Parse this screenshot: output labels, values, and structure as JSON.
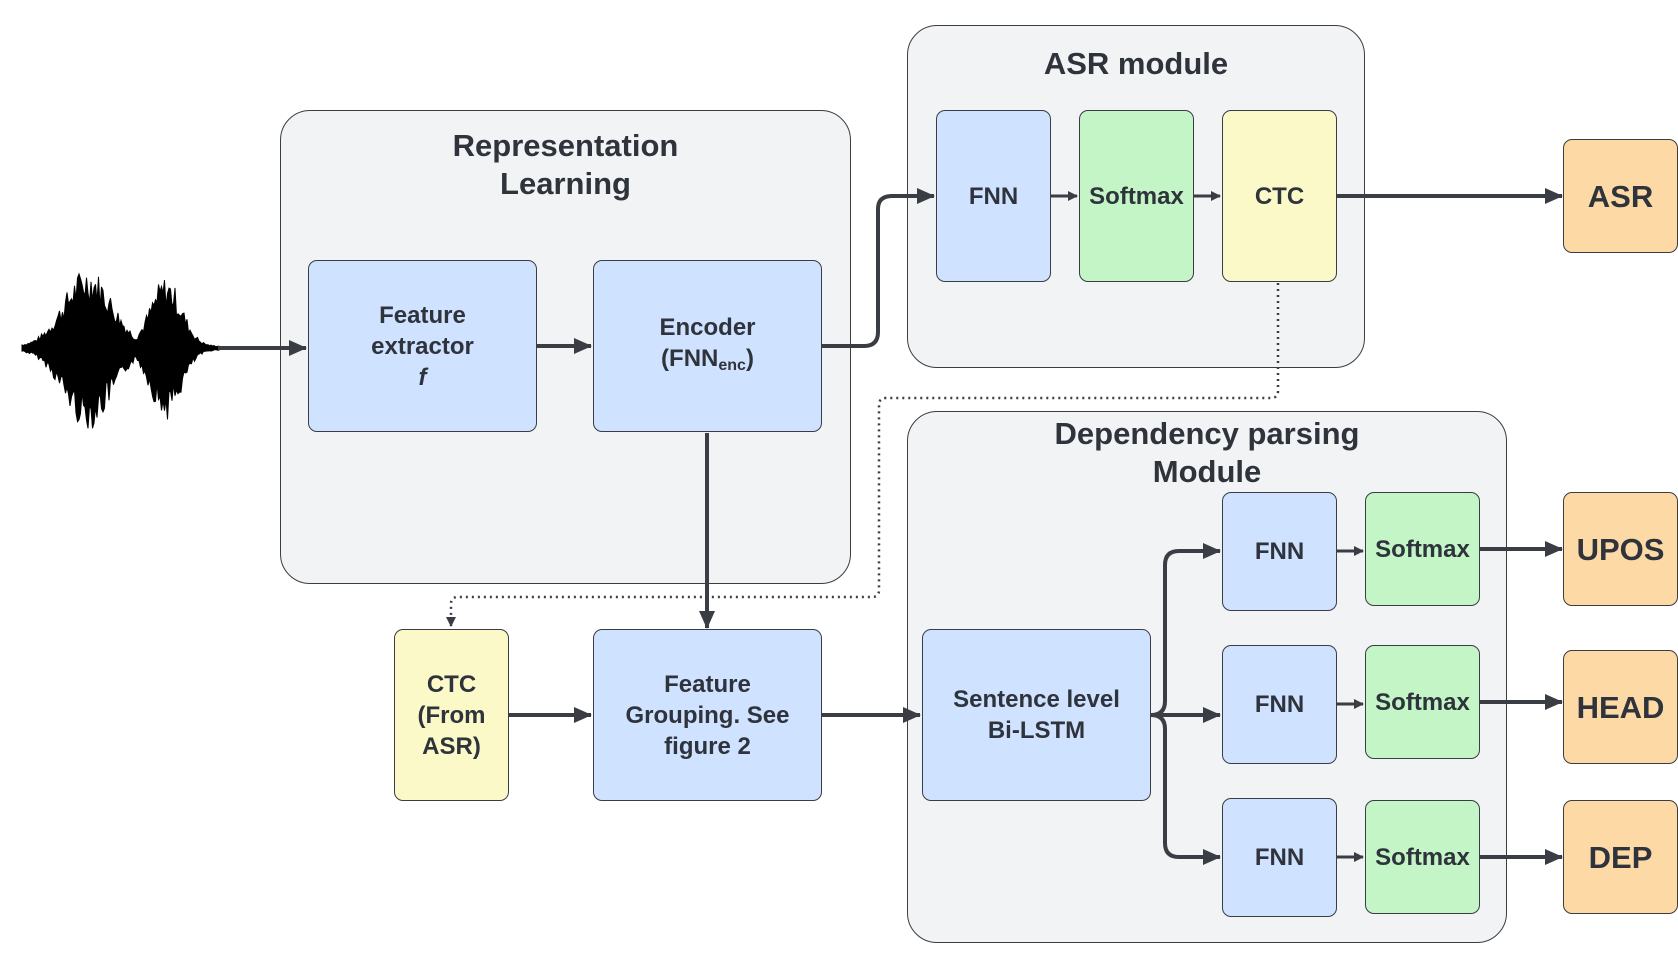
{
  "groups": {
    "representation": {
      "title_line1": "Representation",
      "title_line2": "Learning"
    },
    "asr_module": {
      "title": "ASR module"
    },
    "dep_module": {
      "title_line1": "Dependency parsing",
      "title_line2": "Module"
    }
  },
  "nodes": {
    "feature_extractor": {
      "line1": "Feature",
      "line2": "extractor",
      "line3": "f"
    },
    "encoder": {
      "line1": "Encoder",
      "line2_main": "(FNN",
      "line2_sub": "enc",
      "line2_end": ")"
    },
    "asr_fnn": "FNN",
    "asr_softmax": "Softmax",
    "asr_ctc": "CTC",
    "ctc_from_asr": {
      "line1": "CTC",
      "line2": "(From",
      "line3": "ASR)"
    },
    "feature_grouping": {
      "line1": "Feature",
      "line2": "Grouping. See",
      "line3": "figure 2"
    },
    "bilstm": {
      "line1": "Sentence level",
      "line2": "Bi-LSTM"
    },
    "upos_fnn": "FNN",
    "upos_softmax": "Softmax",
    "head_fnn": "FNN",
    "head_softmax": "Softmax",
    "dep_fnn": "FNN",
    "dep_softmax": "Softmax"
  },
  "outputs": {
    "asr": "ASR",
    "upos": "UPOS",
    "head": "HEAD",
    "dep": "DEP"
  },
  "colors": {
    "stroke": "#3a3d44",
    "group_fill": "#f2f3f5",
    "blue": "#cfe2ff",
    "green": "#c3f5c6",
    "yellow": "#fbf9c8",
    "orange": "#fdd9a6",
    "waveform": "#000000"
  },
  "icons": {
    "input": "audio-waveform-icon"
  }
}
